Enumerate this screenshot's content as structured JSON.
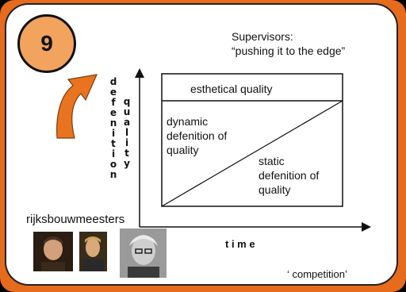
{
  "slide": {
    "number": "9",
    "title_line1": "Supervisors:",
    "title_line2": "“pushing it to the edge”"
  },
  "diagram": {
    "y_axis_label_1": "defenition",
    "y_axis_label_2": "quality",
    "x_axis_label": "t i m e",
    "top_band_label": "esthetical quality",
    "dynamic_label_line1": "dynamic",
    "dynamic_label_line2": "defenition of",
    "dynamic_label_line3": "quality",
    "static_label_line1": "static",
    "static_label_line2": "defenition of",
    "static_label_line3": "quality"
  },
  "footer": {
    "group_label": "rijksbouwmeesters",
    "competition_label": "‘ competition’"
  },
  "colors": {
    "background": "#e66b1d",
    "panel": "#ffffff",
    "arrow": "#e8741f"
  }
}
